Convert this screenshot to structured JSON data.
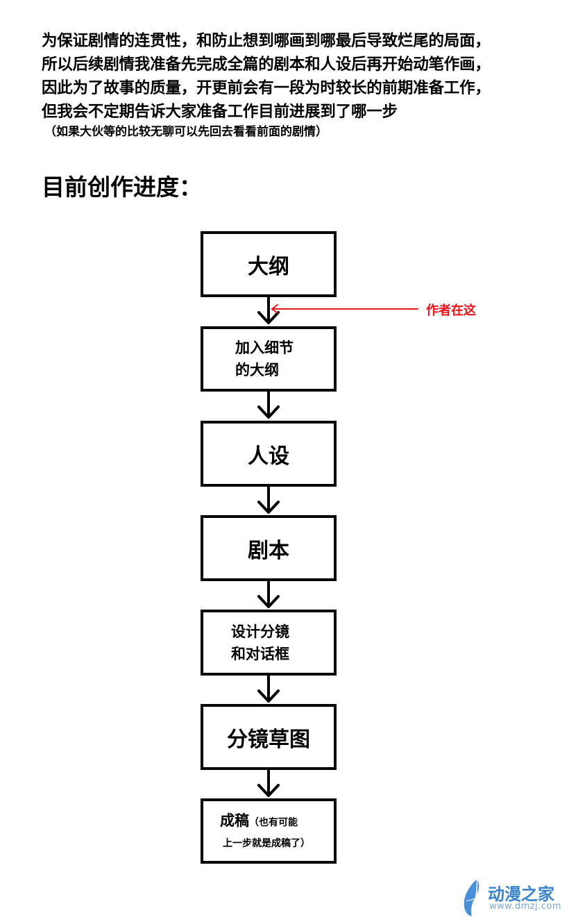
{
  "intro": {
    "lines": [
      "为保证剧情的连贯性，和防止想到哪画到哪最后导致烂尾的局面，",
      "所以后续剧情我准备先完成全篇的剧本和人设后再开始动笔作画，",
      "因此为了故事的质量，开更前会有一段为时较长的前期准备工作，",
      "但我会不定期告诉大家准备工作目前进展到了哪一步"
    ],
    "note": "（如果大伙等的比较无聊可以先回去看看前面的剧情）"
  },
  "section_title": "目前创作进度：",
  "flow": {
    "steps": [
      {
        "lines": [
          "大纲"
        ]
      },
      {
        "lines": [
          "加入细节",
          "的大纲"
        ]
      },
      {
        "lines": [
          "人设"
        ]
      },
      {
        "lines": [
          "剧本"
        ]
      },
      {
        "lines": [
          "设计分镜",
          "和对话框"
        ]
      },
      {
        "lines": [
          "分镜草图"
        ]
      },
      {
        "main": "成稿",
        "aside": "（也有可能",
        "line2": "上一步就是成稿了）"
      }
    ],
    "marker_label": "作者在这",
    "colors": {
      "box_border": "#000000",
      "arrow": "#000000",
      "marker": "#e8151b"
    }
  },
  "logo": {
    "name": "动漫之家",
    "url": "www.dmzj.com",
    "colors": {
      "brand": "#3c83c8",
      "url": "#7aa7d6"
    }
  }
}
